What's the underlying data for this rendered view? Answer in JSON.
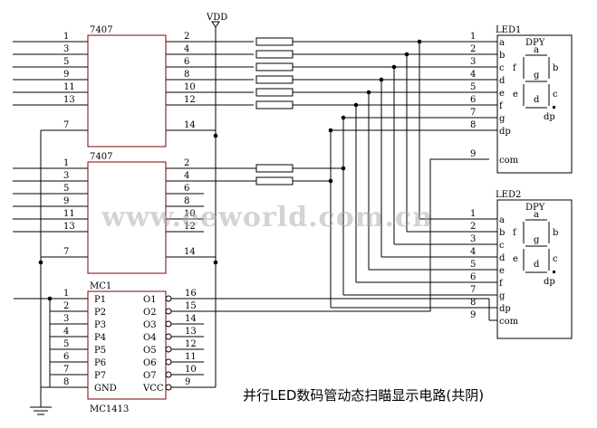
{
  "supply": {
    "vdd": "VDD"
  },
  "chips": [
    {
      "name": "7407",
      "in_pins": [
        "1",
        "3",
        "5",
        "9",
        "11",
        "13",
        "7"
      ],
      "out_pins": [
        "2",
        "4",
        "6",
        "8",
        "10",
        "12",
        "14"
      ]
    },
    {
      "name": "7407",
      "in_pins": [
        "1",
        "3",
        "5",
        "9",
        "11",
        "13",
        "7"
      ],
      "out_pins": [
        "2",
        "4",
        "6",
        "8",
        "10",
        "12",
        "14"
      ]
    },
    {
      "name": "MC1",
      "bottom_name": "MC1413",
      "in_pins": [
        "1",
        "2",
        "3",
        "4",
        "5",
        "6",
        "7",
        "8"
      ],
      "in_labels": [
        "P1",
        "P2",
        "P3",
        "P4",
        "P5",
        "P6",
        "P7",
        "GND"
      ],
      "out_pins": [
        "16",
        "15",
        "14",
        "13",
        "12",
        "11",
        "10",
        "9"
      ],
      "out_labels": [
        "O1",
        "O2",
        "O3",
        "O4",
        "O5",
        "O6",
        "O7",
        "VCC"
      ]
    }
  ],
  "displays": [
    {
      "name": "LED1",
      "type": "DPY",
      "pins": [
        "1",
        "2",
        "3",
        "4",
        "5",
        "6",
        "7",
        "8",
        "9"
      ],
      "pin_labels": [
        "a",
        "b",
        "c",
        "d",
        "e",
        "f",
        "g",
        "dp",
        "com"
      ],
      "seg_labels": [
        "a",
        "b",
        "c",
        "d",
        "e",
        "f",
        "g",
        "dp"
      ]
    },
    {
      "name": "LED2",
      "type": "DPY",
      "pins": [
        "1",
        "2",
        "3",
        "4",
        "5",
        "6",
        "7",
        "8",
        "9"
      ],
      "pin_labels": [
        "a",
        "b",
        "c",
        "d",
        "e",
        "f",
        "g",
        "dp",
        "com"
      ],
      "seg_labels": [
        "a",
        "b",
        "c",
        "d",
        "e",
        "f",
        "g",
        "dp"
      ]
    }
  ],
  "watermark": "www.eeworld.com.cn",
  "caption": "并行LED数码管动态扫瞄显示电路(共阴)"
}
